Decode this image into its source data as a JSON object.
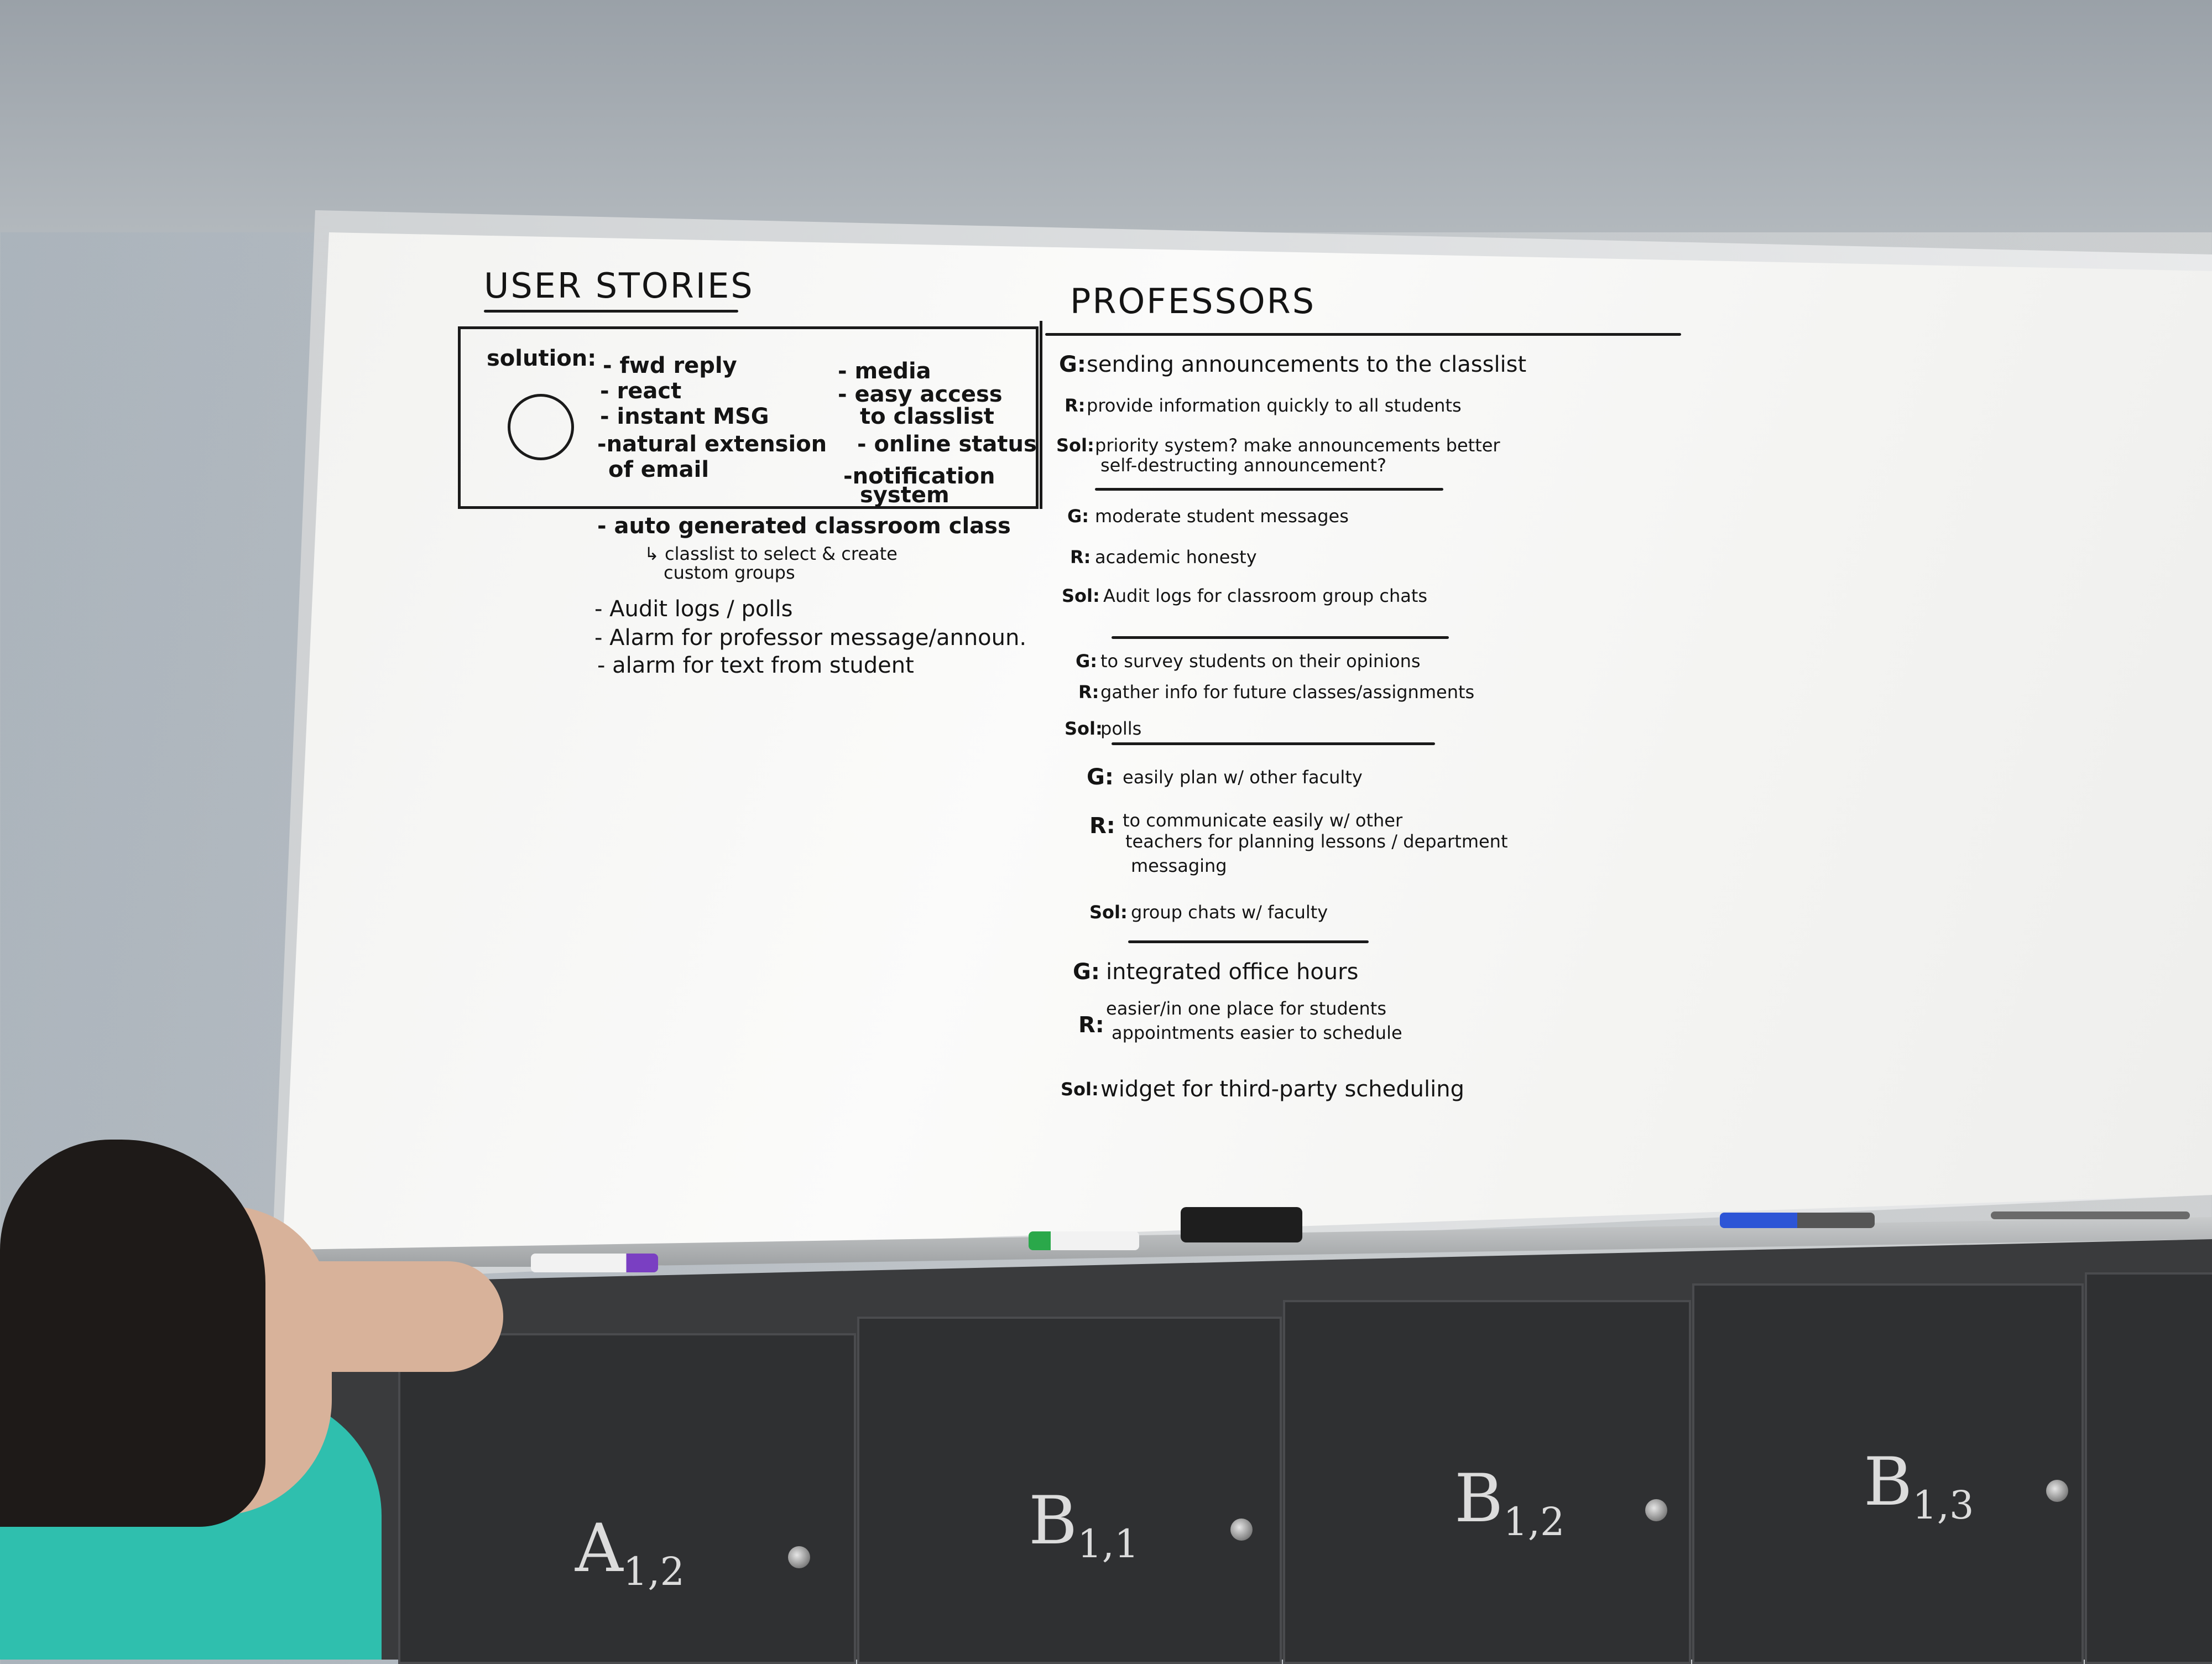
{
  "board": {
    "left_title": "USER STORIES",
    "right_title": "PROFESSORS",
    "solution_box": {
      "heading": "solution:",
      "col1": [
        "- fwd reply",
        "- react",
        "- instant MSG",
        "-natural extension",
        "of email"
      ],
      "col2": [
        "- media",
        "- easy access",
        "to classlist",
        "- online status",
        "-notification",
        "system"
      ]
    },
    "extra_items": [
      "- auto generated classroom class",
      "↳ classlist to select & create",
      "custom groups",
      "- Audit logs / polls",
      "- Alarm for professor message/announ.",
      "- alarm for text from student"
    ],
    "professors": [
      {
        "g": "G:",
        "g_text": "sending announcements to the classlist",
        "r": "R:",
        "r_text": "provide information quickly to all students",
        "sol": "Sol:",
        "sol_text": "priority system? make announcements better",
        "sol_text2": "self-destructing announcement?"
      },
      {
        "g": "G:",
        "g_text": "moderate student messages",
        "r": "R:",
        "r_text": "academic honesty",
        "sol": "Sol:",
        "sol_text": "Audit logs for classroom group chats"
      },
      {
        "g": "G:",
        "g_text": "to survey students on their opinions",
        "r": "R:",
        "r_text": "gather info for future classes/assignments",
        "sol": "Sol:",
        "sol_text": "polls"
      },
      {
        "g": "G:",
        "g_text": "easily plan w/ other faculty",
        "r": "R:",
        "r_text": "to communicate easily w/ other",
        "r_text2": "teachers for planning lessons / department",
        "r_text3": "messaging",
        "sol": "Sol:",
        "sol_text": "group chats w/ faculty"
      },
      {
        "g": "G:",
        "g_text": "integrated office hours",
        "r": "R:",
        "r_text": "easier/in one place for students",
        "r_text2": "appointments easier to schedule",
        "sol": "Sol:",
        "sol_text": "widget for third-party scheduling"
      }
    ]
  },
  "cabinet_labels": [
    {
      "letter": "A",
      "sub": "1,2"
    },
    {
      "letter": "B",
      "sub": "1,1"
    },
    {
      "letter": "B",
      "sub": "1,2"
    },
    {
      "letter": "B",
      "sub": "1,3"
    }
  ],
  "colors": {
    "ink": "#141414",
    "shirt": "#2fbfae",
    "cabinet": "#2f3032"
  }
}
